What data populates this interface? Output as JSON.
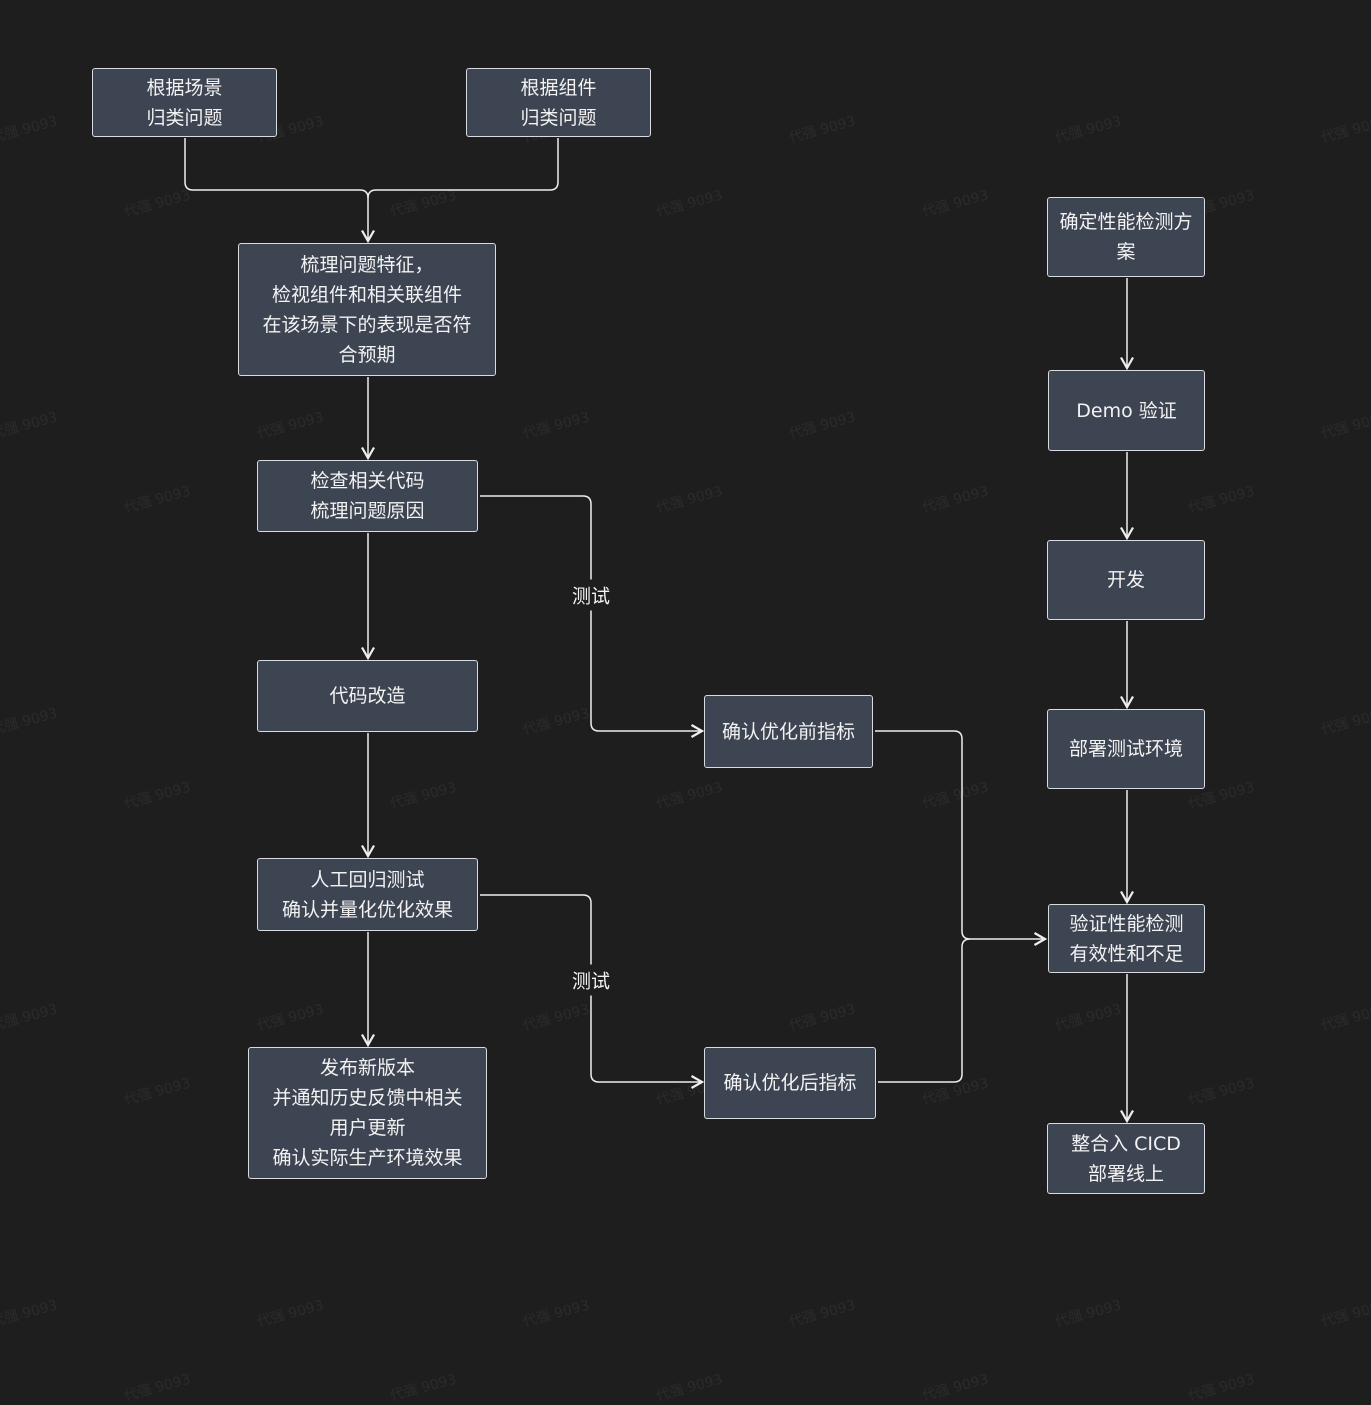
{
  "watermark": "代强 9093",
  "nodes": {
    "scene": "根据场景\n归类问题",
    "component": "根据组件\n归类问题",
    "sort_features": "梳理问题特征，\n检视组件和相关联组件\n在该场景下的表现是否符\n合预期",
    "check_code": "检查相关代码\n梳理问题原因",
    "refactor": "代码改造",
    "regression": "人工回归测试\n确认并量化优化效果",
    "release": "发布新版本\n并通知历史反馈中相关\n用户更新\n确认实际生产环境效果",
    "before_metrics": "确认优化前指标",
    "after_metrics": "确认优化后指标",
    "plan": "确定性能检测方\n案",
    "demo": "Demo 验证",
    "develop": "开发",
    "deploy_test": "部署测试环境",
    "verify": "验证性能检测\n有效性和不足",
    "cicd": "整合入 CICD\n部署线上"
  },
  "edge_labels": {
    "test_1": "测试",
    "test_2": "测试"
  }
}
